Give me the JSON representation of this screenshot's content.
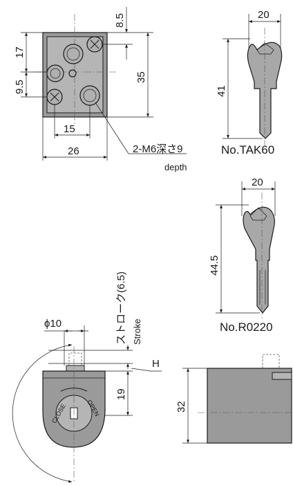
{
  "top_view": {
    "dim_top_offset": "8.5",
    "dim_upper": "17",
    "dim_lower": "9.5",
    "dim_height": "35",
    "dim_hole_pitch": "15",
    "dim_width": "26",
    "thread_note_jp": "2-M6深さ9",
    "thread_note_en": "depth"
  },
  "key_1": {
    "dim_width": "20",
    "dim_length": "41",
    "part_no": "No.TAK60"
  },
  "key_2": {
    "dim_width": "20",
    "dim_length": "44.5",
    "part_no": "No.R0220"
  },
  "front_view": {
    "stroke_label_jp": "ストローク(6.5)",
    "stroke_label_en": "Stroke",
    "diameter": "ϕ10",
    "dim_face": "19",
    "marker_h": "H",
    "close_label": "CLOSE",
    "open_label": "OPEN"
  },
  "side_view": {
    "dim_height": "32"
  }
}
